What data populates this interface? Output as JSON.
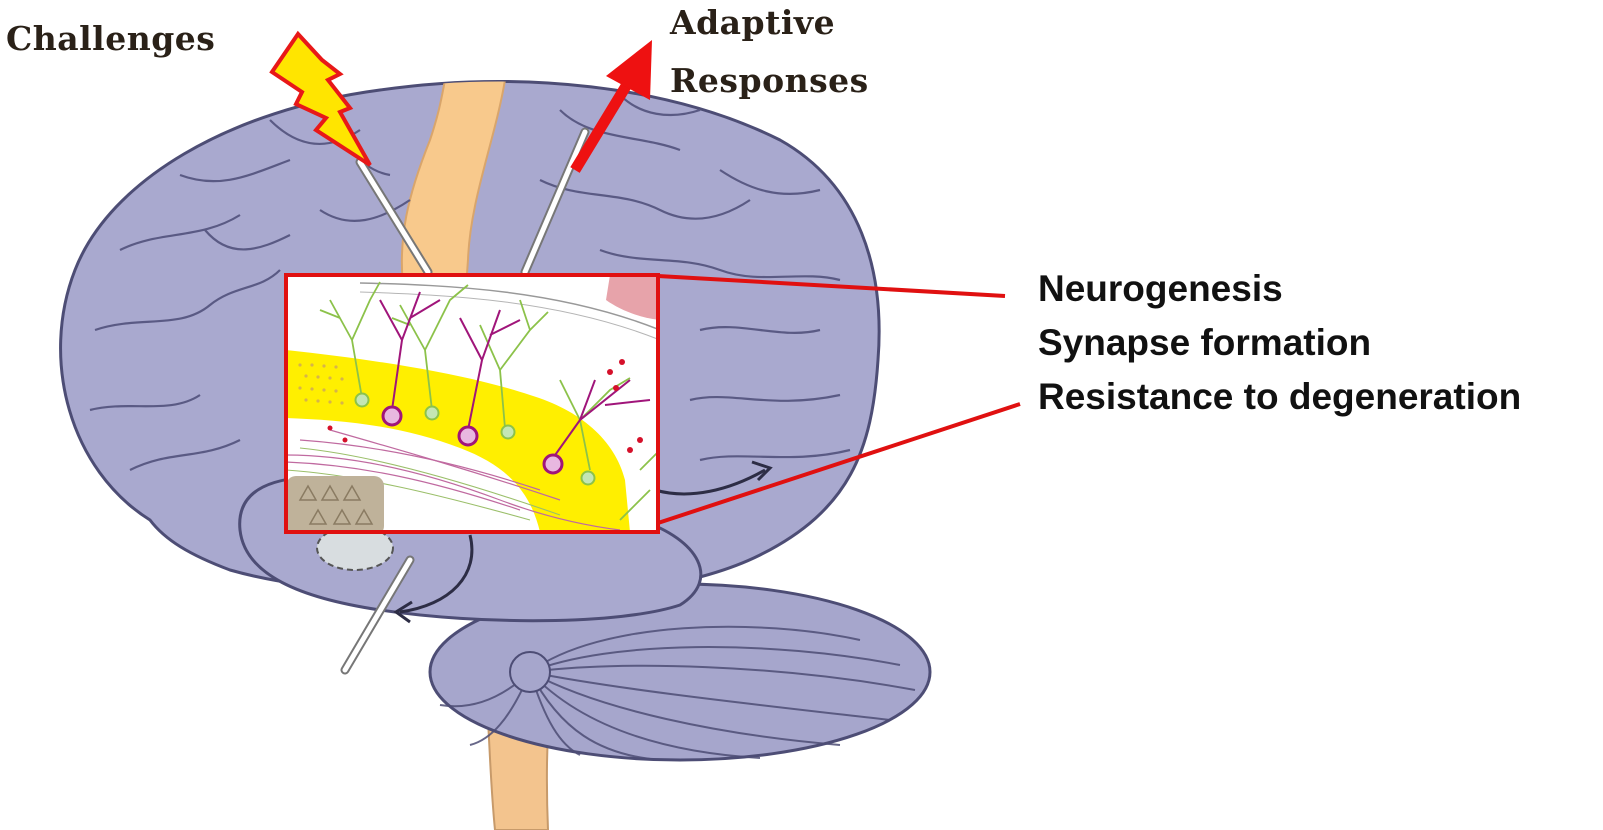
{
  "labels": {
    "challenges": "Challenges",
    "adaptive_line1": "Adaptive",
    "adaptive_line2": "Responses"
  },
  "outcomes": [
    "Neurogenesis",
    "Synapse formation",
    "Resistance to degeneration"
  ],
  "colors": {
    "brain_fill": "#a9a9cf",
    "brain_stroke": "#4d4d75",
    "sulcus": "#5a5a84",
    "central_band": "#f8c98c",
    "highlight_box": "#e01010",
    "granule_layer": "#ffef00",
    "dendrite_green": "#8cc24a",
    "neuron_magenta": "#a0157a",
    "lightning": "#ffe500",
    "lightning_stroke": "#e81818",
    "arrow_red": "#ee1111"
  }
}
